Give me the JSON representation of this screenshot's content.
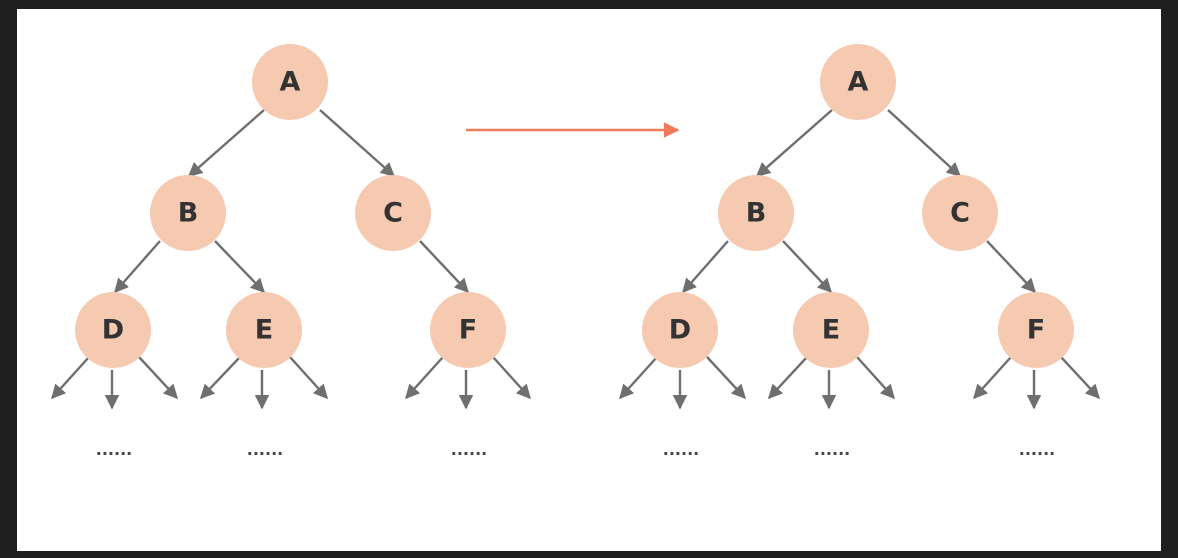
{
  "left_tree": {
    "nodes": {
      "A": "A",
      "B": "B",
      "C": "C",
      "D": "D",
      "E": "E",
      "F": "F"
    },
    "ellipses": [
      "......",
      "......",
      "......"
    ]
  },
  "right_tree": {
    "nodes": {
      "A": "A",
      "B": "B",
      "C": "C",
      "D": "D",
      "E": "E",
      "F": "F"
    },
    "ellipses": [
      "......",
      "......",
      "......"
    ]
  },
  "colors": {
    "node_fill": "#f6c9b1",
    "edge": "#6f6f6f",
    "transform_arrow": "#ef7b5c"
  }
}
